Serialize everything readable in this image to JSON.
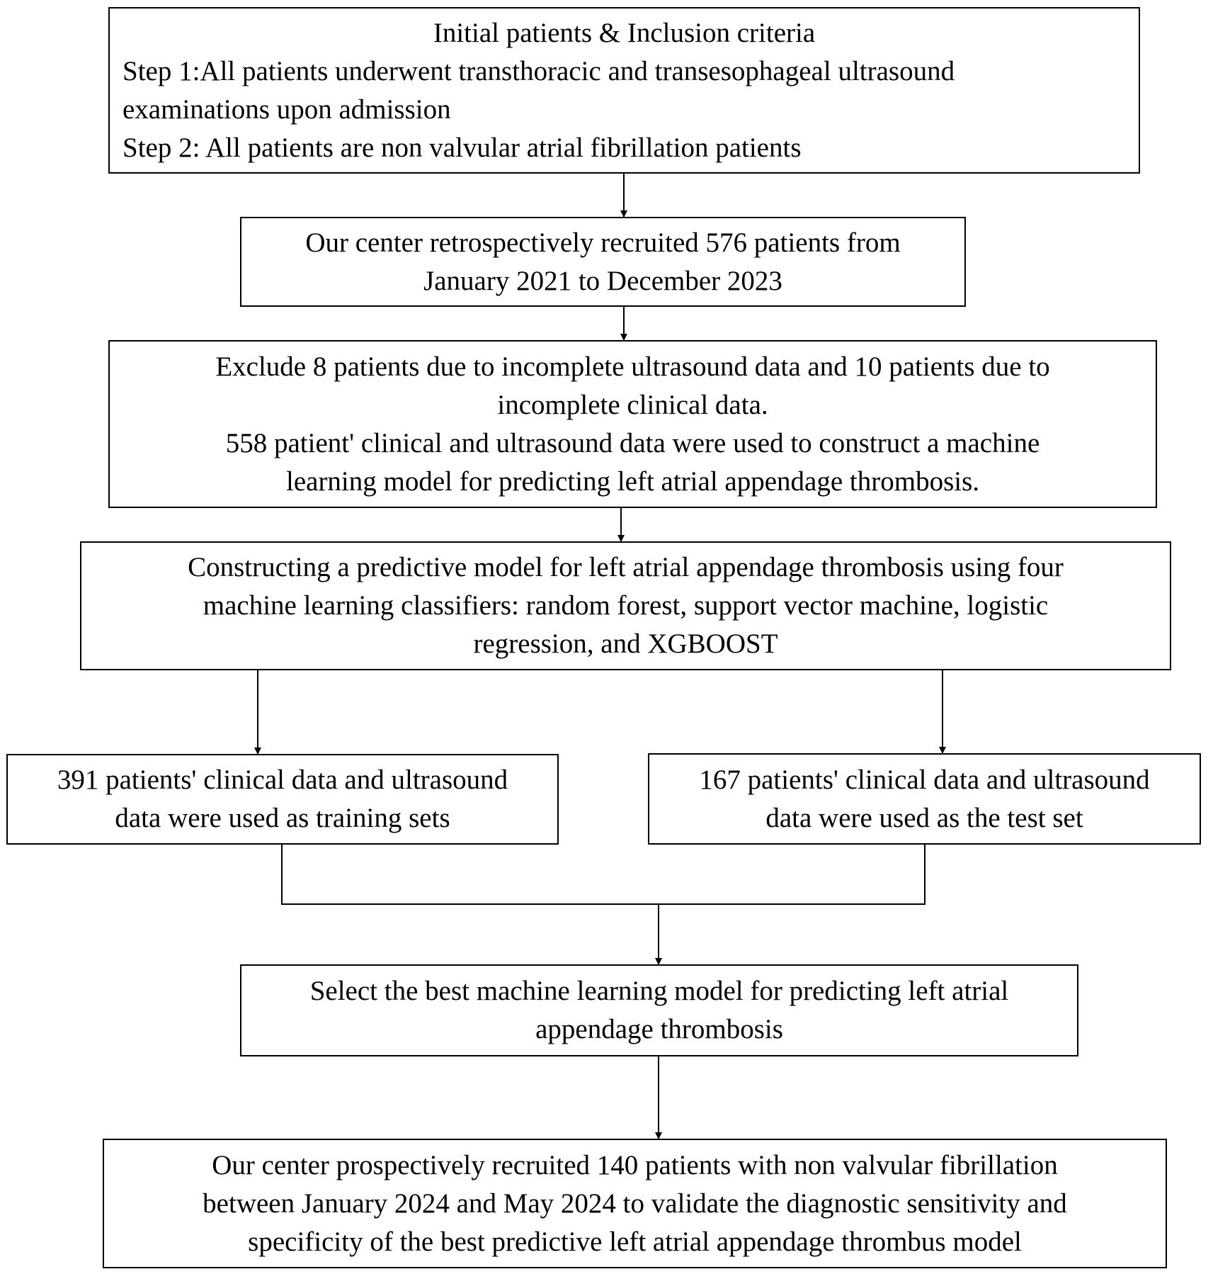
{
  "diagram": {
    "inclusion": {
      "title": "Initial patients & Inclusion criteria",
      "step1_a": "Step 1:All patients underwent transthoracic and transesophageal ultrasound",
      "step1_b": "examinations upon admission",
      "step2": "Step 2: All patients are non valvular atrial fibrillation patients"
    },
    "recruited": {
      "line1": "Our center retrospectively recruited 576 patients from",
      "line2": "January 2021 to December 2023"
    },
    "exclusion": {
      "line1": "Exclude 8 patients due to incomplete ultrasound data and 10 patients due to",
      "line2": "incomplete clinical data.",
      "line3": "558 patient' clinical and ultrasound data were used to construct a machine",
      "line4": "learning model for predicting left atrial appendage thrombosis."
    },
    "model": {
      "line1": "Constructing a predictive model for left atrial appendage thrombosis using four",
      "line2": "machine learning classifiers: random forest, support vector machine, logistic",
      "line3": "regression, and XGBOOST"
    },
    "training": {
      "line1": "391 patients' clinical data and ultrasound",
      "line2": "data were used as training sets"
    },
    "test": {
      "line1": "167 patients' clinical data and ultrasound",
      "line2": "data were used as the test set"
    },
    "select": {
      "line1": "Select the best machine learning model for predicting left atrial",
      "line2": "appendage thrombosis"
    },
    "validation": {
      "line1": "Our center prospectively recruited 140 patients with non valvular fibrillation",
      "line2": "between January 2024 and May 2024 to validate the diagnostic sensitivity and",
      "line3": "specificity of the best predictive left atrial appendage thrombus model"
    }
  }
}
